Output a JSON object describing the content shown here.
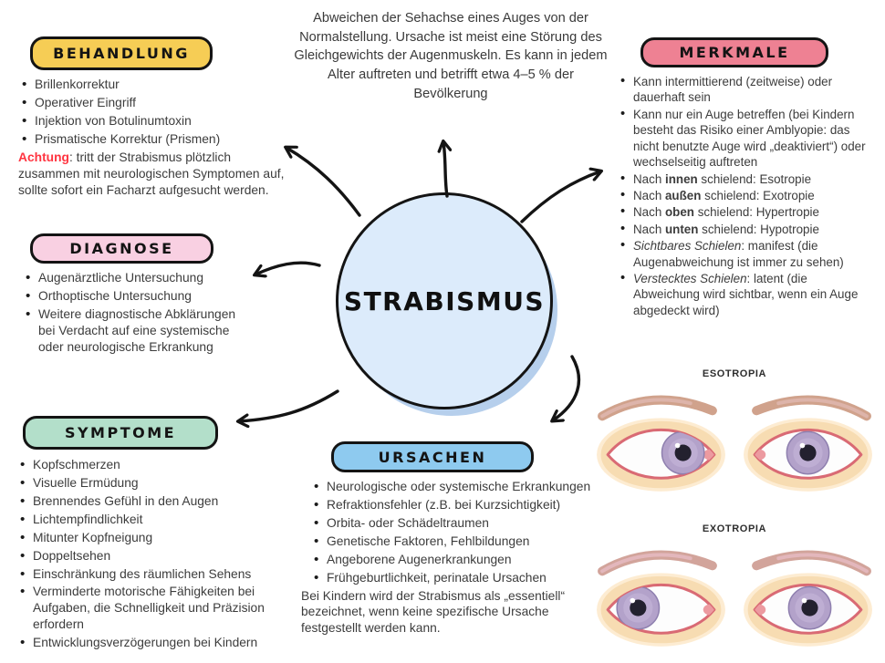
{
  "center": {
    "label": "STRABISMUS",
    "fill": "#dcebfb"
  },
  "definition": {
    "text": "Abweichen der Sehachse eines Auges von der Normalstellung. Ursache ist meist eine Störung des Gleichgewichts der Augenmuskeln. Es kann in jedem Alter auftreten und betrifft etwa 4–5 % der Bevölkerung"
  },
  "sections": {
    "behandlung": {
      "title": "BEHANDLUNG",
      "color": "#f6cd55",
      "items": [
        "Brillenkorrektur",
        "Operativer Eingriff",
        "Injektion von Botulinumtoxin",
        "Prismatische Korrektur (Prismen)"
      ],
      "note_label": "Achtung",
      "note_rest": ": tritt der Strabismus plötzlich zusammen mit neurologischen Symptomen auf, sollte sofort ein Facharzt aufgesucht werden.",
      "note_color": "#ff3440"
    },
    "diagnose": {
      "title": "DIAGNOSE",
      "color": "#f9d0e2",
      "items": [
        "Augenärztliche Untersuchung",
        "Orthoptische Untersuchung",
        "Weitere diagnostische Abklärungen bei Verdacht auf eine systemische oder neurologische Erkrankung"
      ]
    },
    "symptome": {
      "title": "SYMPTOME",
      "color": "#b3dfca",
      "items": [
        "Kopfschmerzen",
        "Visuelle Ermüdung",
        "Brennendes Gefühl in den Augen",
        "Lichtempfindlichkeit",
        "Mitunter Kopfneigung",
        "Doppeltsehen",
        "Einschränkung des räumlichen Sehens",
        "Verminderte motorische Fähigkeiten bei Aufgaben, die Schnelligkeit und Präzision erfordern",
        "Entwicklungsverzögerungen bei Kindern"
      ]
    },
    "merkmale": {
      "title": "MERKMALE",
      "color": "#ee8193",
      "items": [
        "Kann intermittierend (zeitweise) oder dauerhaft sein",
        "Kann nur ein Auge betreffen (bei Kindern besteht das Risiko einer Amblyopie: das nicht benutzte Auge wird „deaktiviert“) oder wechselseitig auftreten",
        "Nach **innen** schielend: Esotropie",
        "Nach **außen** schielend: Exotropie",
        "Nach **oben** schielend: Hypertropie",
        "Nach **unten** schielend: Hypotropie",
        "*Sichtbares Schielen*: manifest (die Augenabweichung ist immer zu sehen)",
        "*Verstecktes Schielen*: latent (die Abweichung wird sichtbar, wenn ein Auge abgedeckt wird)"
      ]
    },
    "ursachen": {
      "title": "URSACHEN",
      "color": "#8ecaef",
      "items": [
        "Neurologische oder systemische Erkrankungen",
        "Refraktionsfehler (z.B. bei Kurzsichtigkeit)",
        "Orbita- oder Schädeltraumen",
        "Genetische Faktoren, Fehlbildungen",
        "Angeborene Augenerkrankungen",
        "Frühgeburtlichkeit, perinatale Ursachen"
      ],
      "footer": "Bei Kindern wird der Strabismus als „essentiell“ bezeichnet, wenn keine spezifische Ursache festgestellt werden kann."
    }
  },
  "eye_figures": [
    {
      "label": "ESOTROPIA"
    },
    {
      "label": "EXOTROPIA"
    }
  ]
}
